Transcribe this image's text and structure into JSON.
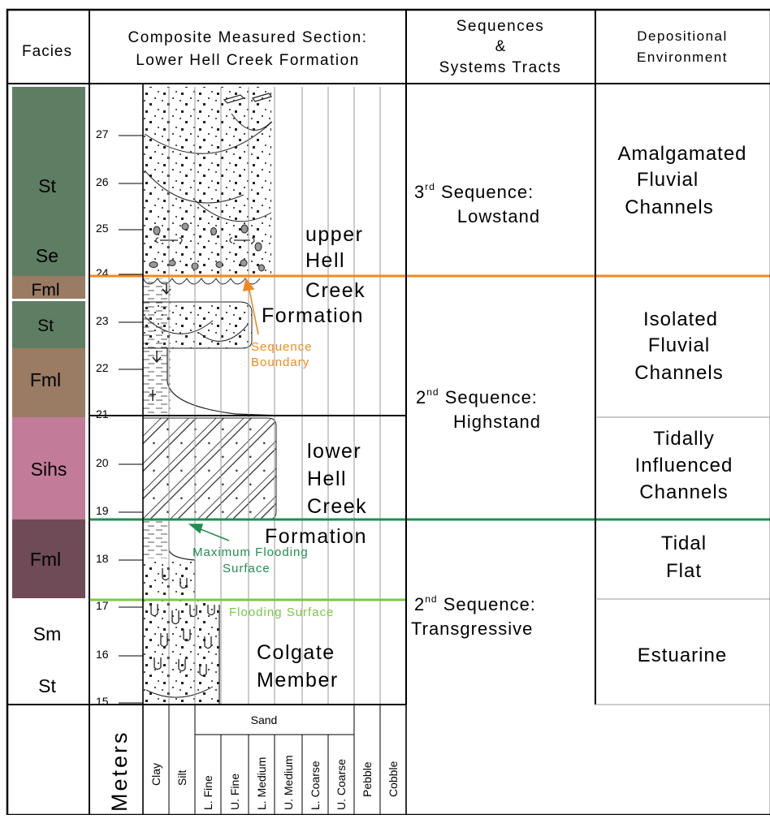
{
  "headers": {
    "facies": "Facies",
    "section_line1": "Composite Measured Section:",
    "section_line2": "Lower Hell Creek Formation",
    "sequences_line1": "Sequences",
    "sequences_line2": "&",
    "sequences_line3": "Systems Tracts",
    "environment_line1": "Depositional",
    "environment_line2": "Environment"
  },
  "facies_labels": [
    {
      "text": "St",
      "color": "#5e7e63"
    },
    {
      "text": "Se",
      "color": "#5e7e63"
    },
    {
      "text": "Fml",
      "color": "#9a7b63"
    },
    {
      "text": "St",
      "color": "#5e7e63"
    },
    {
      "text": "Fml",
      "color": "#9a7b63"
    },
    {
      "text": "Sihs",
      "color": "#c27b98"
    },
    {
      "text": "Fml",
      "color": "#6e4b57"
    },
    {
      "text": "Sm",
      "color": "#ffffff"
    },
    {
      "text": "St",
      "color": "#ffffff"
    }
  ],
  "depth_ticks": [
    "27",
    "26",
    "25",
    "24",
    "23",
    "22",
    "21",
    "20",
    "19",
    "18",
    "17",
    "16",
    "15"
  ],
  "formations": {
    "upper_line1": "upper",
    "upper_line2": "Hell",
    "upper_line3": "Creek",
    "upper_line4": "Formation",
    "lower_line1": "lower",
    "lower_line2": "Hell",
    "lower_line3": "Creek",
    "lower_line4": "Formation",
    "colgate_line1": "Colgate",
    "colgate_line2": "Member"
  },
  "surfaces": {
    "sequence_boundary_line1": "Sequence",
    "sequence_boundary_line2": "Boundary",
    "max_flooding_line1": "Maximum Flooding",
    "max_flooding_line2": "Surface",
    "flooding": "Flooding Surface",
    "colors": {
      "sequence_boundary": "#f08a1e",
      "max_flooding": "#1f8f4e",
      "flooding": "#7ac943"
    }
  },
  "sequences": {
    "third_line1_pre": "3",
    "third_sup": "rd",
    "third_line1_post": " Sequence:",
    "third_line2": "Lowstand",
    "second_high_pre": "2",
    "second_high_sup": "nd",
    "second_high_post": " Sequence:",
    "second_high_line2": "Highstand",
    "second_trans_pre": "2",
    "second_trans_sup": "nd",
    "second_trans_post": " Sequence:",
    "second_trans_line2": "Transgressive"
  },
  "environments": {
    "amalgamated_line1": "Amalgamated",
    "amalgamated_line2": "Fluvial",
    "amalgamated_line3": "Channels",
    "isolated_line1": "Isolated",
    "isolated_line2": "Fluvial",
    "isolated_line3": "Channels",
    "tidally_line1": "Tidally",
    "tidally_line2": "Influenced",
    "tidally_line3": "Channels",
    "tidal_line1": "Tidal",
    "tidal_line2": "Flat",
    "estuarine": "Estuarine"
  },
  "grain_scale": {
    "meters": "Meters",
    "sand": "Sand",
    "labels": [
      "Clay",
      "Silt",
      "L. Fine",
      "U. Fine",
      "L. Medium",
      "U. Medium",
      "L. Coarse",
      "U. Coarse",
      "Pebble",
      "Cobble"
    ]
  }
}
